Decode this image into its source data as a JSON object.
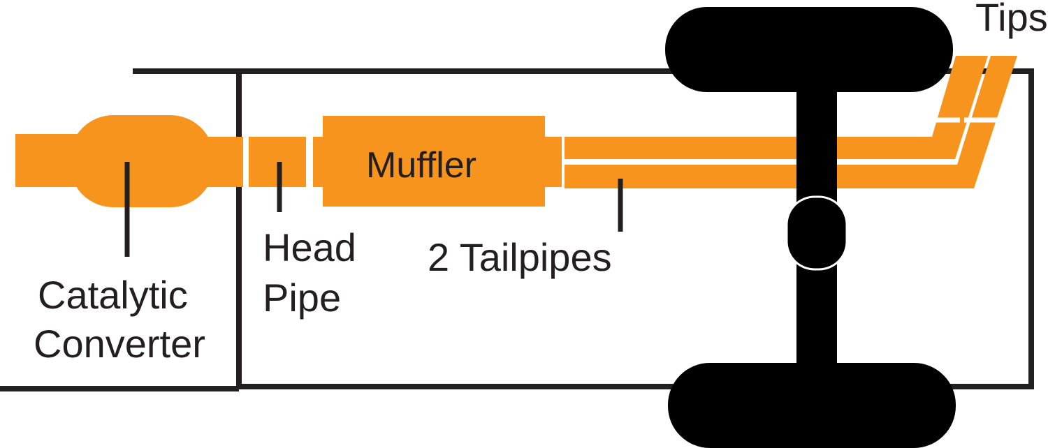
{
  "colors": {
    "pipe": "#f7941d",
    "outline": "#231f20",
    "background": "#ffffff"
  },
  "labels": {
    "catalytic_converter": [
      "Catalytic",
      "Converter"
    ],
    "head_pipe": [
      "Head",
      "Pipe"
    ],
    "muffler": "Muffler",
    "tailpipes": "2 Tailpipes",
    "tips": "Tips"
  }
}
